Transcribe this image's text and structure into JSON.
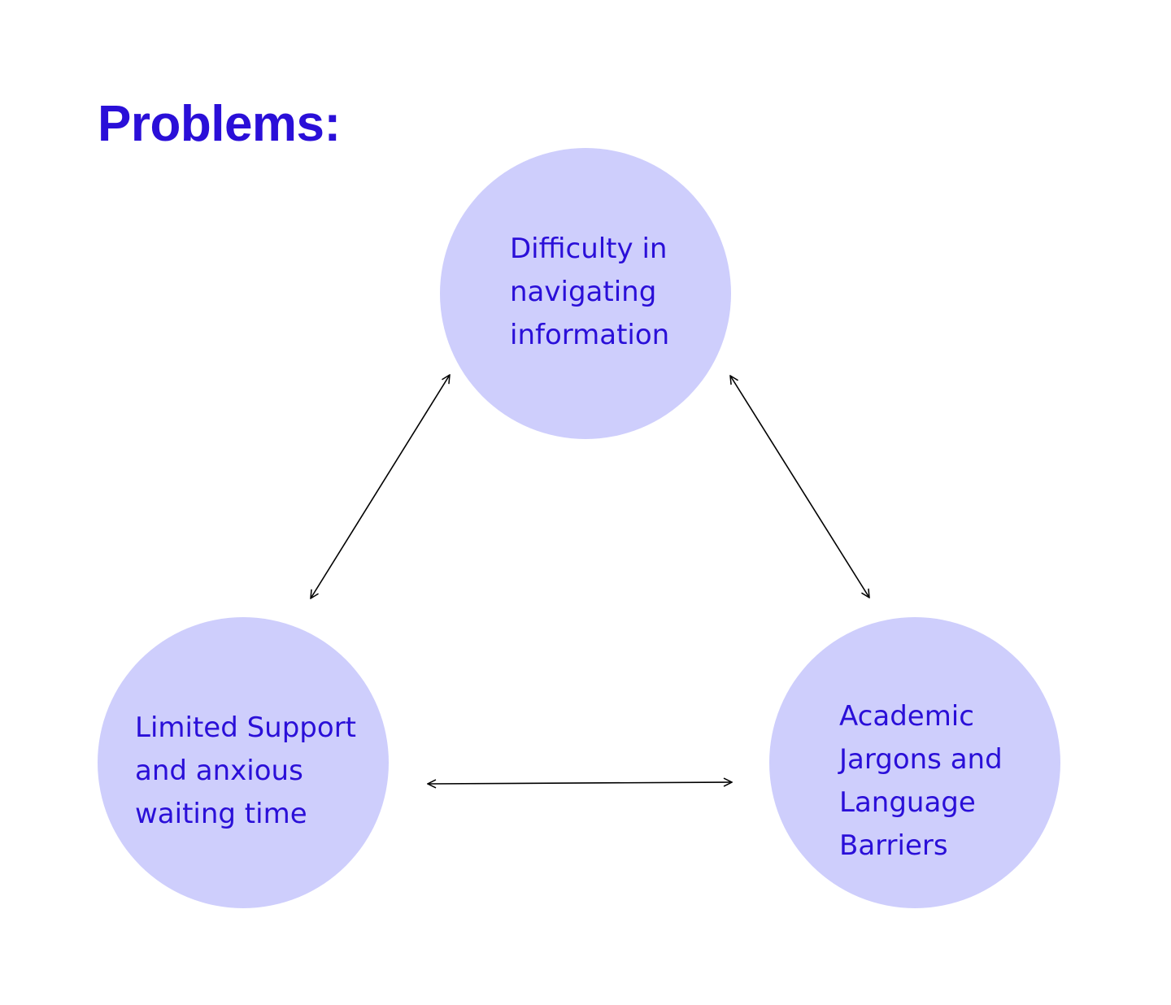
{
  "title": "Problems:",
  "nodes": {
    "top": {
      "label": "Difficulty in\nnavigating\ninformation"
    },
    "left": {
      "label": "Limited Support\nand anxious\nwaiting time"
    },
    "right": {
      "label": "Academic\nJargons and\nLanguage\nBarriers"
    }
  },
  "colors": {
    "accent": "#2a0fd8",
    "node_fill": "#cecefc",
    "connector": "#000000"
  },
  "connections": [
    {
      "from": "top",
      "to": "left",
      "type": "bidirectional"
    },
    {
      "from": "top",
      "to": "right",
      "type": "bidirectional"
    },
    {
      "from": "left",
      "to": "right",
      "type": "bidirectional"
    }
  ]
}
